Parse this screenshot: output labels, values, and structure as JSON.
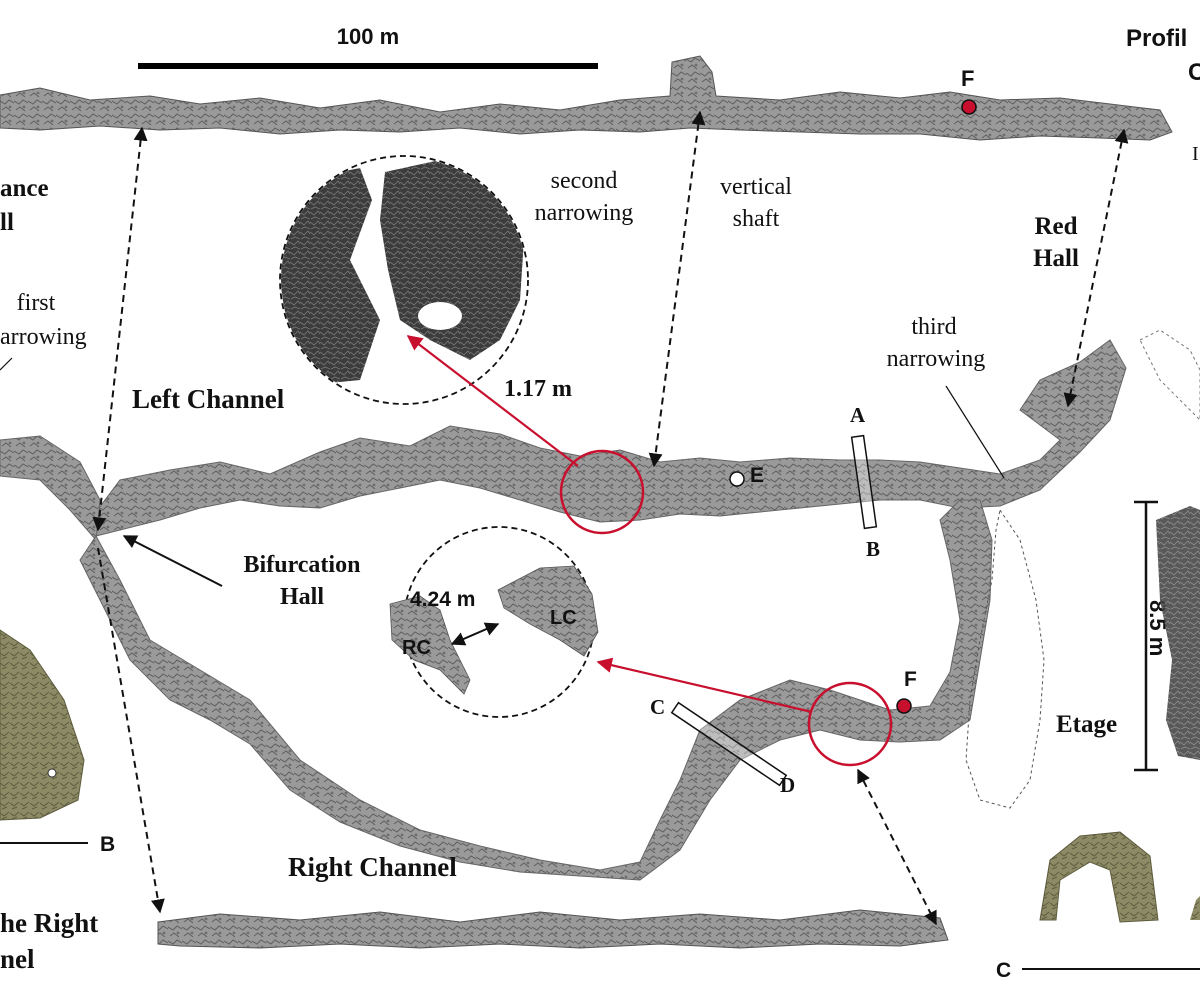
{
  "labels": {
    "scale_bar": "100 m",
    "profile_title": "Profil",
    "profile_title_2": "C",
    "entrance_hall_1": "ance",
    "entrance_hall_2": "ll",
    "first_narrowing_1": "first",
    "first_narrowing_2": "arrowing",
    "second_narrowing_1": "second",
    "second_narrowing_2": "narrowing",
    "vertical_shaft_1": "vertical",
    "vertical_shaft_2": "shaft",
    "red_hall_1": "Red",
    "red_hall_2": "Hall",
    "third_narrowing_1": "third",
    "third_narrowing_2": "narrowing",
    "left_channel": "Left Channel",
    "right_channel": "Right Channel",
    "bifurcation_hall_1": "Bifurcation",
    "bifurcation_hall_2": "Hall",
    "etage": "Etage",
    "right_channel_section_1": "he Right",
    "right_channel_section_2": "nel",
    "right_edge_cut": "I"
  },
  "measurements": {
    "narrowing_width": "1.17 m",
    "channel_gap": "4.24 m",
    "etage_height": "8.5 m"
  },
  "points": {
    "e": "E",
    "f_top": "F",
    "f_plan": "F"
  },
  "sections": {
    "a": "A",
    "b": "B",
    "c": "C",
    "d": "D",
    "b_left": "B",
    "c_bottom": "C"
  },
  "inset_labels": {
    "rc": "RC",
    "lc": "LC"
  },
  "colors": {
    "cave_fill": "#8f8f8f",
    "cave_dark": "#3a3a3a",
    "highlight_red": "#c8102e",
    "point_red": "#c8102e",
    "section_3d": "#8b8a63"
  }
}
